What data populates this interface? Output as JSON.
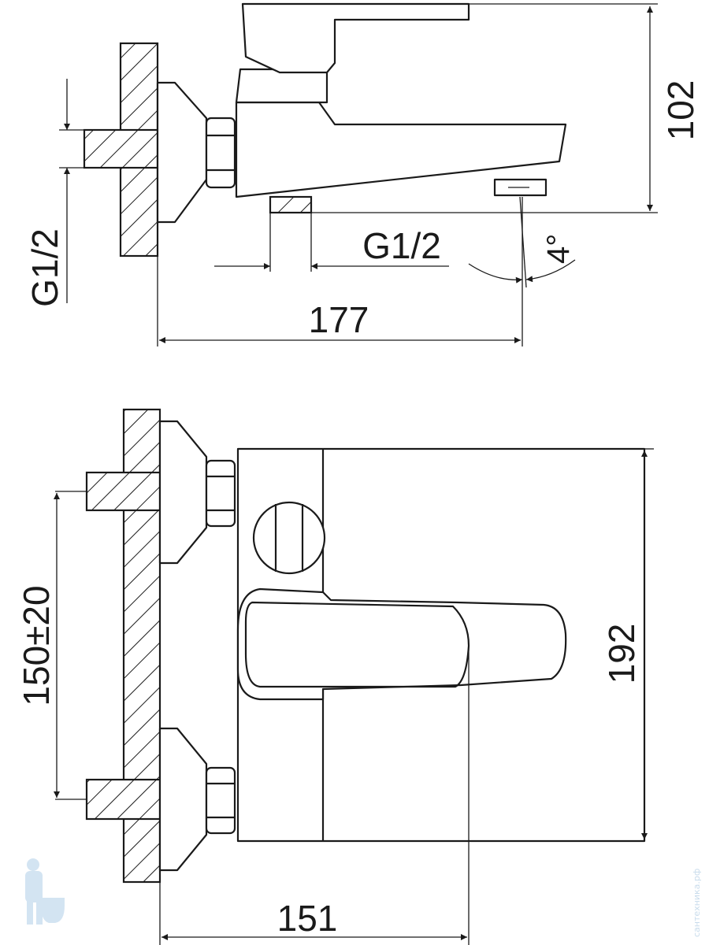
{
  "top_view": {
    "height_dim": "102",
    "wall_thread_dim": "G1/2",
    "inlet_thread_dim": "G1/2",
    "spout_angle": "4°",
    "depth_dim": "177"
  },
  "front_view": {
    "inlet_spacing_dim": "150±20",
    "body_height_dim": "192",
    "width_dim": "151"
  },
  "watermark": {
    "logo": "plumber-mascot-logo",
    "text": "сантехника.рф"
  },
  "colors": {
    "line": "#1a1a1a",
    "watermark": "#c9dcec"
  }
}
